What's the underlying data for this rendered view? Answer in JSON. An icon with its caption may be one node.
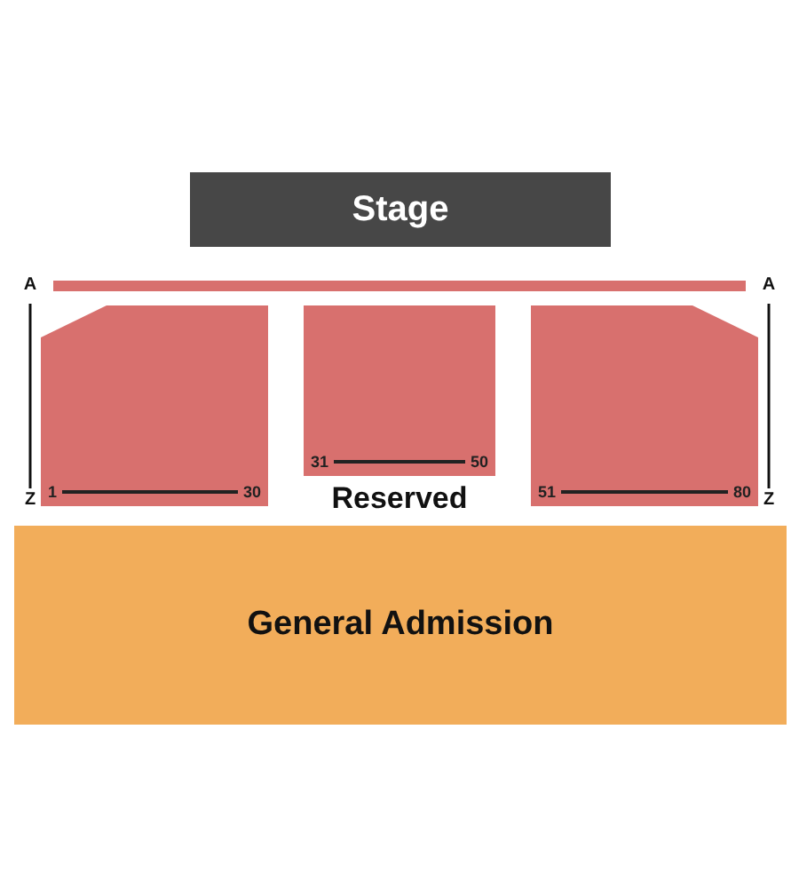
{
  "diagram": {
    "nodes": [
      {
        "text": [
          "Stage"
        ]
      },
      {
        "text": [],
        "shape": "bar"
      },
      {
        "text": [
          "1",
          "30"
        ]
      },
      {
        "text": [
          "31",
          "50"
        ]
      },
      {
        "text": [
          "51",
          "80"
        ]
      },
      {
        "text": [
          "General Admission"
        ]
      }
    ],
    "labels": [
      "A",
      "A",
      "Z",
      "Reserved",
      "Z"
    ]
  }
}
